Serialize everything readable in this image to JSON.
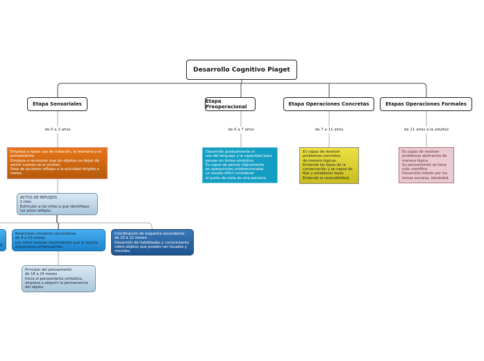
{
  "root": {
    "title": "Desarrollo Cognitivo Piaget"
  },
  "stages": [
    {
      "title": "Etapa Sensoriales",
      "age": "de 0 a 2 años",
      "description": "Empieza a hacer uso de irritación, la memoria y el pensamiento.\nEmpieza a reconocer que los objetos no dejan de existir cuando se lo ocultan.\nPasa de acciones reflejas a la actividad dirigida a metas."
    },
    {
      "title": "Etapa Preoperacional",
      "age": "de 0 a 7 años",
      "description": "Desarrollo gradualmente el\nuso del lenguaje y la capacidad para\npensar en forma simbólica.\nEs capaz de pensar lógicamente\nen operaciones unidireccionales.\nLe resulta difícil considerar\nel punto de vista de otra persona."
    },
    {
      "title": "Etapa Operaciones Concretas",
      "age": "de 7 a 11 años",
      "description": "Es capaz de resolver\nproblemas concretos\nde manera lógicas.\nEntiende las leyes de la\nconservación y es capaz de\nfijar y establecer leyes\nEntiende la reversibilidad."
    },
    {
      "title": "Etapas Operaciones Formales",
      "age": "de 11 años a la adultez",
      "description": "Es capaz de resolver\nproblemas abstractos de\nmanera lógica\nSu pensamiento se hace\nmás científico.\nDesarrolla interés por los\ntemas sociales, identidad."
    }
  ],
  "sensorial_substages": {
    "reflejos": "ACTOS DE REFLEJOS\n         1 mes\nEstimular a los niños a que identifique los actos reflejos.",
    "partial": "o.",
    "relaciones": "Relaciones circulares secundarias\n        de 4 a 10 meses\nLos niños realizan movimientos que le resulta placenteros einteresantes.",
    "coordinacion": "Coordinación de esquema secundarios\n   de 10 a 12 meses\nDesarrollo de habilidades y conocimiento sobre objetos que pueden ser tocados y movidos.",
    "principio": "Principio del pensamiento\n        de 18 a 24 meses\nInicia el pensamiento simbólico, empieza a abquirir la permanencia del objeto."
  }
}
